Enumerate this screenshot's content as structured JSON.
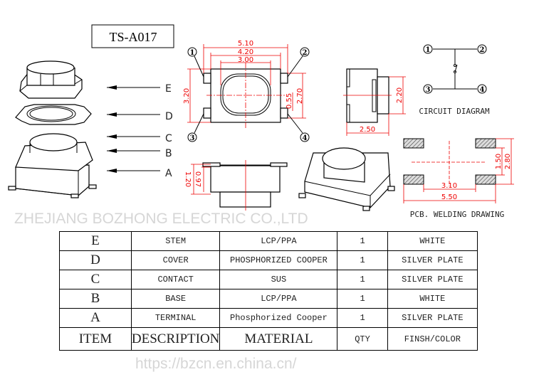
{
  "title": "TS-A017",
  "exploded_labels": [
    "E",
    "D",
    "C",
    "B",
    "A"
  ],
  "top_view": {
    "pins": [
      "1",
      "2",
      "3",
      "4"
    ],
    "dims": {
      "w1": "5.10",
      "w2": "4.20",
      "w3": "3.00",
      "h1": "3.20",
      "h2": "2.70",
      "h3": "0.55"
    }
  },
  "side_view": {
    "dims": {
      "h": "2.20",
      "w": "2.50"
    }
  },
  "front_view": {
    "dims": {
      "h1": "1.20",
      "h2": "0.97"
    }
  },
  "circuit": {
    "pins": [
      "1",
      "2",
      "3",
      "4"
    ],
    "caption": "CIRCUIT DIAGRAM"
  },
  "pcb": {
    "dims": {
      "h1": "1.50",
      "h2": "2.80",
      "w1": "3.10",
      "w2": "5.50"
    },
    "caption": "PCB. WELDING DRAWING"
  },
  "watermark": {
    "company": "ZHEJIANG BOZHONG ELECTRIC CO.,LTD",
    "url": "https://bzcn.en.china.cn/"
  },
  "table": {
    "rows": [
      {
        "item": "E",
        "description": "STEM",
        "material": "LCP/PPA",
        "qty": "1",
        "finish": "WHITE"
      },
      {
        "item": "D",
        "description": "COVER",
        "material": "PHOSPHORIZED COOPER",
        "qty": "1",
        "finish": "SILVER PLATE"
      },
      {
        "item": "C",
        "description": "CONTACT",
        "material": "SUS",
        "qty": "1",
        "finish": "SILVER PLATE"
      },
      {
        "item": "B",
        "description": "BASE",
        "material": "LCP/PPA",
        "qty": "1",
        "finish": "WHITE"
      },
      {
        "item": "A",
        "description": "TERMINAL",
        "material": "Phosphorized Cooper",
        "qty": "1",
        "finish": "SILVER PLATE"
      }
    ],
    "header": {
      "item": "ITEM",
      "description": "DESCRIPTION",
      "material": "MATERIAL",
      "qty": "QTY",
      "finish": "FINSH/COLOR"
    }
  }
}
